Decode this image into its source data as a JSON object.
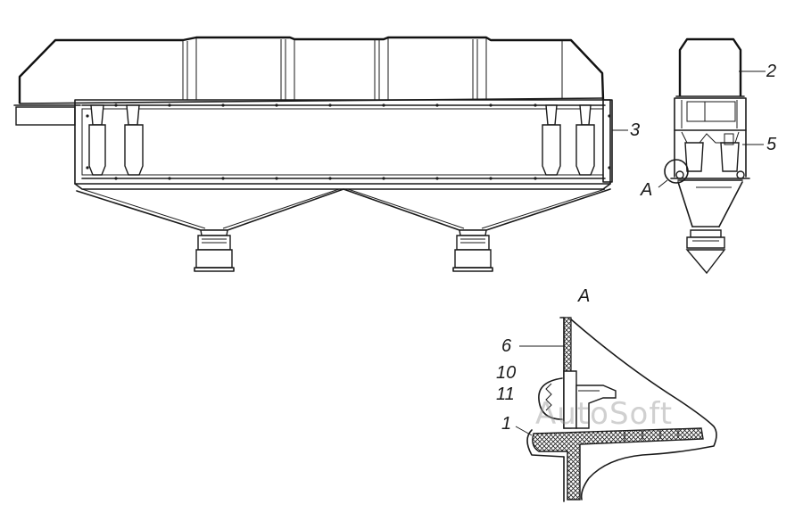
{
  "callouts": {
    "c2": "2",
    "c3": "3",
    "c5": "5",
    "a_side": "A",
    "a_detail": "A",
    "c6": "6",
    "c10": "10",
    "c11": "11",
    "c1": "1"
  },
  "watermark": "AutoSoft"
}
